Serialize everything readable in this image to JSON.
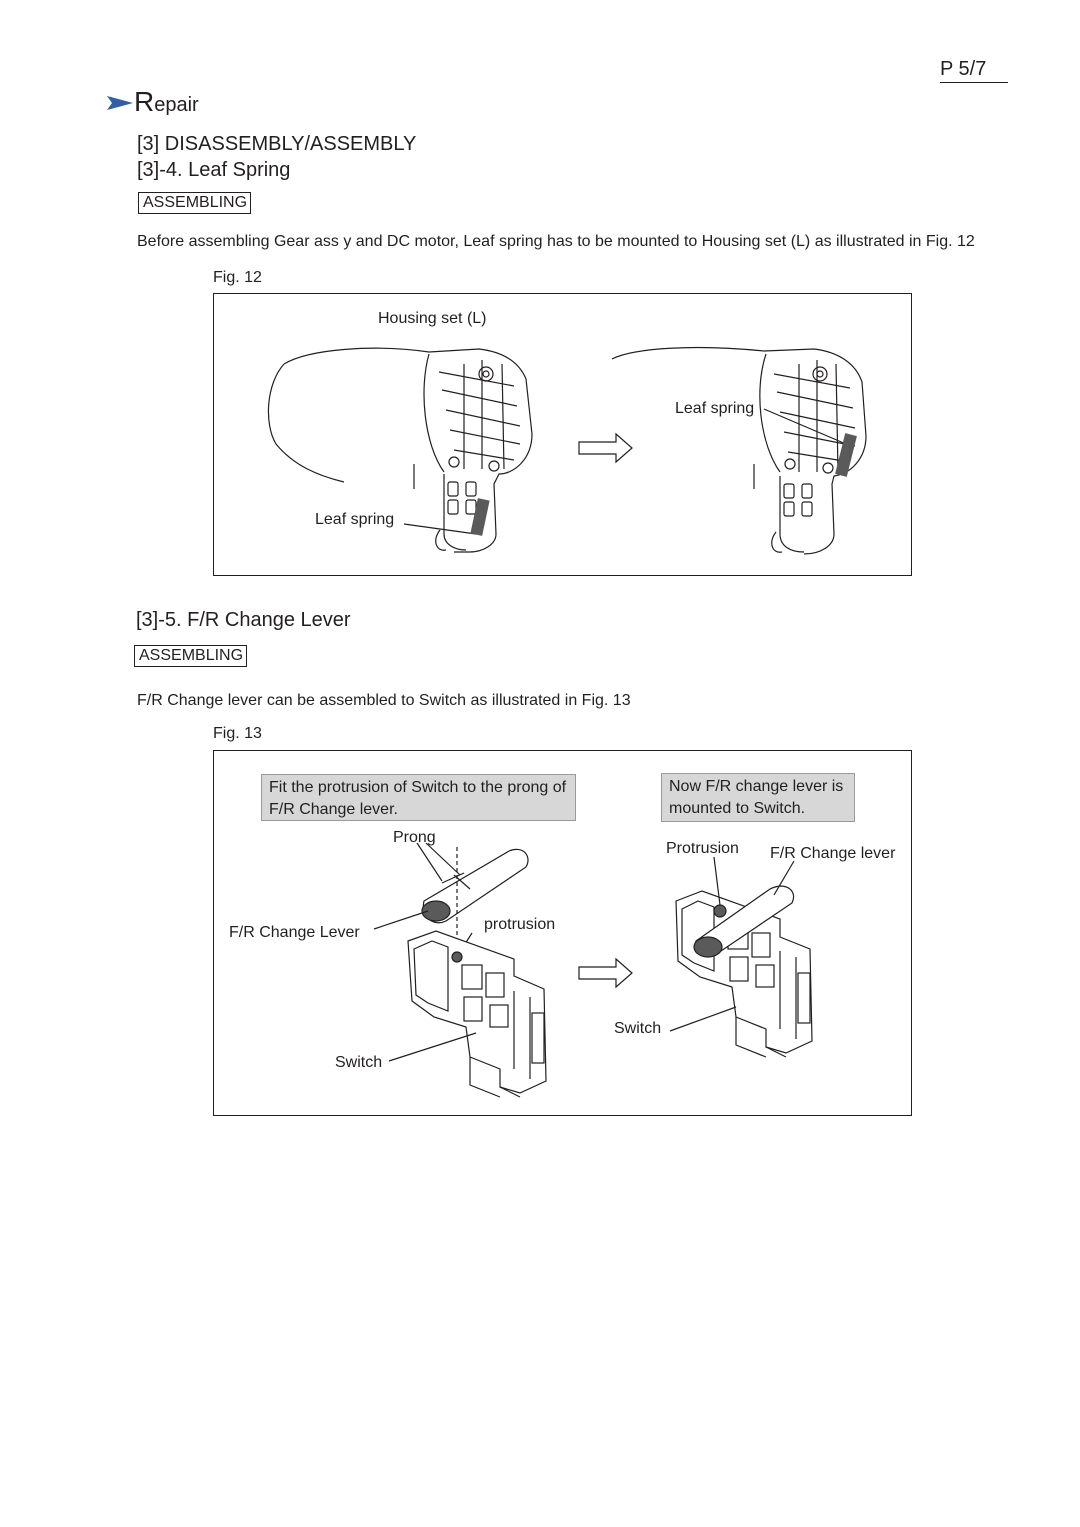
{
  "page": {
    "number": "P 5/7"
  },
  "section": {
    "title_cap": "R",
    "title_rest": "epair"
  },
  "chapter": {
    "title": "[3] DISASSEMBLY/ASSEMBLY"
  },
  "leaf_spring": {
    "heading": "[3]-4. Leaf Spring",
    "badge": "ASSEMBLING",
    "instruction": "Before assembling Gear ass y and DC motor, Leaf spring has to be mounted to Housing set (L) as illustrated in",
    "instruction_ref": "Fig. 12",
    "figure_label": "Fig. 12",
    "callouts": {
      "housing": "Housing set (L)",
      "leaf_spring_before": "Leaf spring",
      "leaf_spring_after": "Leaf spring"
    }
  },
  "fr_change_lever": {
    "heading": "[3]-5. F/R Change Lever",
    "badge": "ASSEMBLING",
    "instruction": "F/R Change lever can be assembled to Switch as illustrated in",
    "instruction_ref": "Fig. 13",
    "figure_label": "Fig. 13",
    "note_left": "Fit the protrusion of Switch to the prong of F/R Change lever.",
    "note_right": "Now F/R change lever is mounted to Switch.",
    "callouts": {
      "prong": "Prong",
      "fr_change_lever_left": "F/R Change Lever",
      "protrusion_left": "protrusion",
      "switch_left": "Switch",
      "protrusion_right": "Protrusion",
      "fr_change_lever_right": "F/R Change lever",
      "switch_right": "Switch"
    }
  },
  "colors": {
    "text": "#231f20",
    "arrow_blue": "#2e5fa8",
    "note_fill": "#d7d7d8",
    "part_dark": "#5a5a5a"
  }
}
